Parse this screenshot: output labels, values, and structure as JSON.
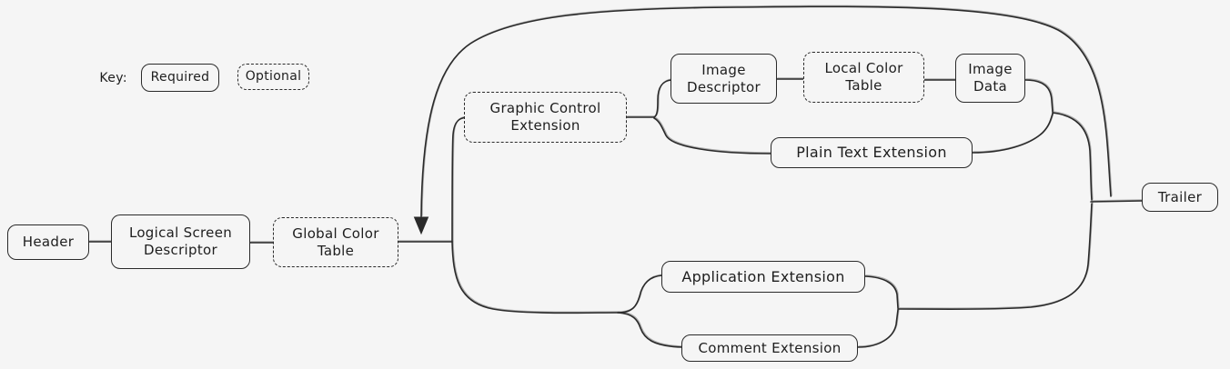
{
  "key": {
    "label": "Key:",
    "required_label": "Required",
    "optional_label": "Optional"
  },
  "nodes": {
    "header": "Header",
    "logical_screen_descriptor": "Logical Screen Descriptor",
    "global_color_table": "Global Color Table",
    "graphic_control_extension": "Graphic Control Extension",
    "image_descriptor": "Image Descriptor",
    "local_color_table": "Local Color Table",
    "image_data": "Image Data",
    "plain_text_extension": "Plain Text Extension",
    "application_extension": "Application Extension",
    "comment_extension": "Comment Extension",
    "trailer": "Trailer"
  },
  "colors": {
    "background": "#f5f5f5",
    "stroke": "#2a2a2a",
    "text": "#1e1e1e"
  }
}
